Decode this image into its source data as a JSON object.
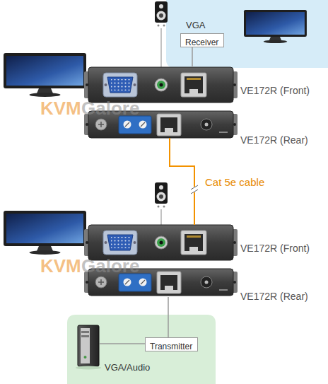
{
  "diagram": {
    "nodes": [
      {
        "text": [
          "VGA"
        ]
      },
      {
        "text": [
          "Receiver"
        ],
        "in": 0
      },
      {
        "text": [
          "VE172R (Front)"
        ]
      },
      {
        "text": [
          "VE172R (Rear)"
        ]
      },
      {
        "text": [
          "VE172R (Front)"
        ]
      },
      {
        "text": [
          "VE172R (Rear)"
        ]
      },
      {
        "text": [
          "VGA/Audio"
        ]
      },
      {
        "text": [
          "Transmitter"
        ],
        "in": 6
      }
    ],
    "edges": [
      {
        "from": 1,
        "to": 2,
        "arrow": "none"
      },
      {
        "from": 3,
        "to": 4,
        "label": "Cat 5e cable",
        "arrow": "none"
      },
      {
        "from": 5,
        "to": 7,
        "arrow": "none"
      }
    ],
    "labels": [
      "KVM",
      "Galore",
      "KVM",
      "Galore"
    ]
  }
}
